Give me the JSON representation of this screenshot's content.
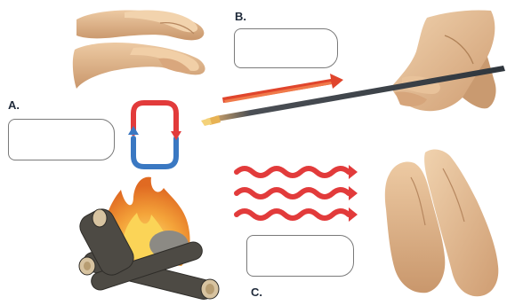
{
  "labels": {
    "a": "A.",
    "b": "B.",
    "c": "C."
  },
  "answer_boxes": {
    "a": "",
    "b": "",
    "c": ""
  },
  "icons": {
    "hands_over_fire": "hands-warming-icon",
    "hand_holding_rod": "hand-holding-rod-icon",
    "hands_facing_fire": "hands-facing-icon",
    "campfire": "campfire-icon",
    "convection_loop": "convection-cycle-icon",
    "conduction_arrow": "conduction-arrow-icon",
    "radiation_waves": "radiation-waves-icon"
  },
  "colors": {
    "convection_hot": "#e23b3b",
    "convection_cold": "#3a78c2",
    "conduction_arrow": "#e0452c",
    "radiation_waves": "#e23b3b",
    "skin": "#e2b98f",
    "rod": "#3c444c",
    "flame_outer": "#f0a43a",
    "flame_inner": "#fbd457",
    "log": "#4d4a44"
  }
}
